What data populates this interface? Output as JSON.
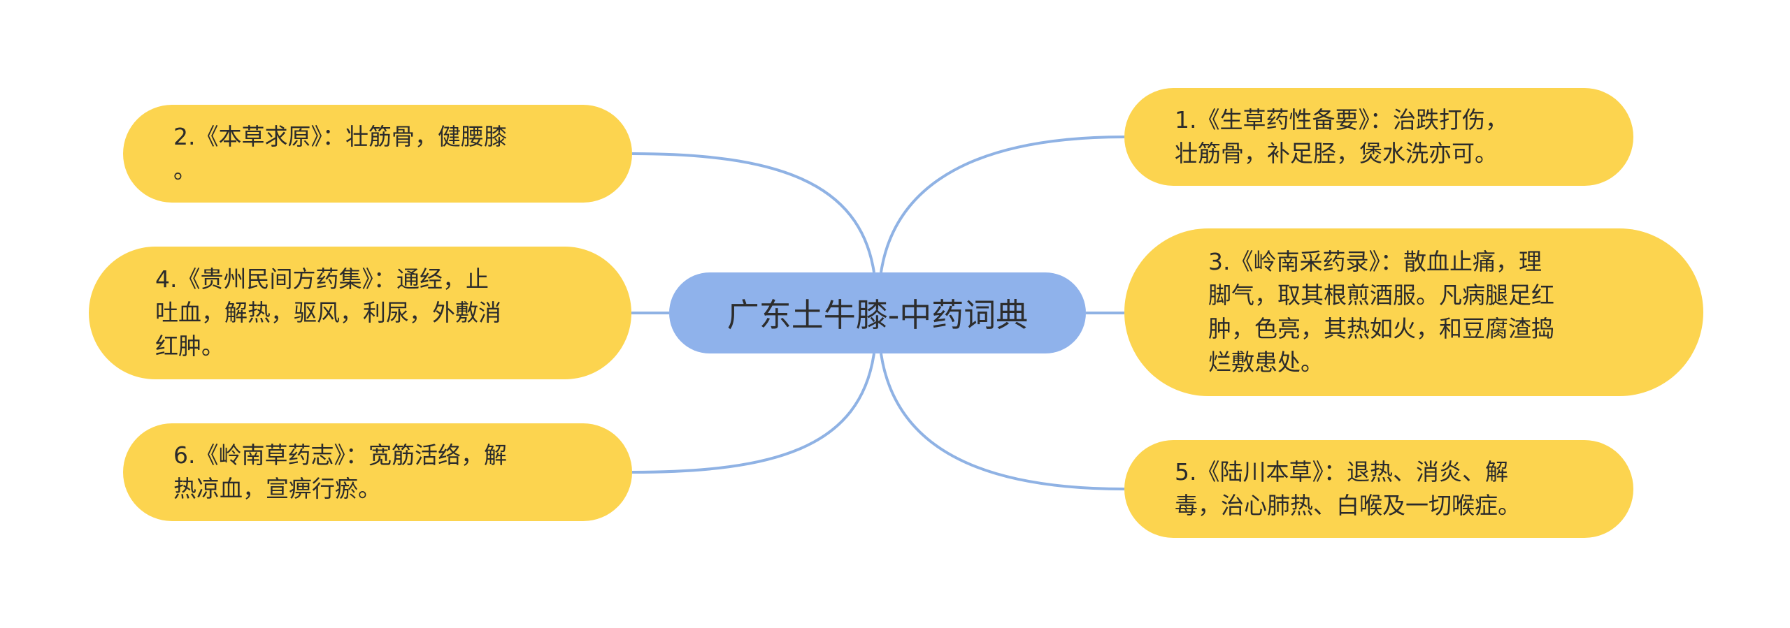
{
  "center": {
    "title": "广东土牛膝-中药词典"
  },
  "left_nodes": [
    {
      "id": "2",
      "text": "2.《本草求原》：壮筋骨，健腰膝\n。"
    },
    {
      "id": "4",
      "text": "4.《贵州民间方药集》：通经，止\n吐血，解热，驱风，利尿，外敷消\n红肿。"
    },
    {
      "id": "6",
      "text": "6.《岭南草药志》：宽筋活络，解\n热凉血，宣痹行瘀。"
    }
  ],
  "right_nodes": [
    {
      "id": "1",
      "text": "1.《生草药性备要》：治跌打伤，\n壮筋骨，补足胫，煲水洗亦可。"
    },
    {
      "id": "3",
      "text": "3.《岭南采药录》：散血止痛，理\n脚气，取其根煎酒服。凡病腿足红\n肿，色亮，其热如火，和豆腐渣捣\n烂敷患处。"
    },
    {
      "id": "5",
      "text": "5.《陆川本草》：退热、消炎、解\n毒，治心肺热、白喉及一切喉症。"
    }
  ],
  "colors": {
    "center_fill": "#8fb2eb",
    "leaf_fill": "#fcd44f",
    "connector": "#8fb2e4",
    "text": "#2b2b2b"
  }
}
